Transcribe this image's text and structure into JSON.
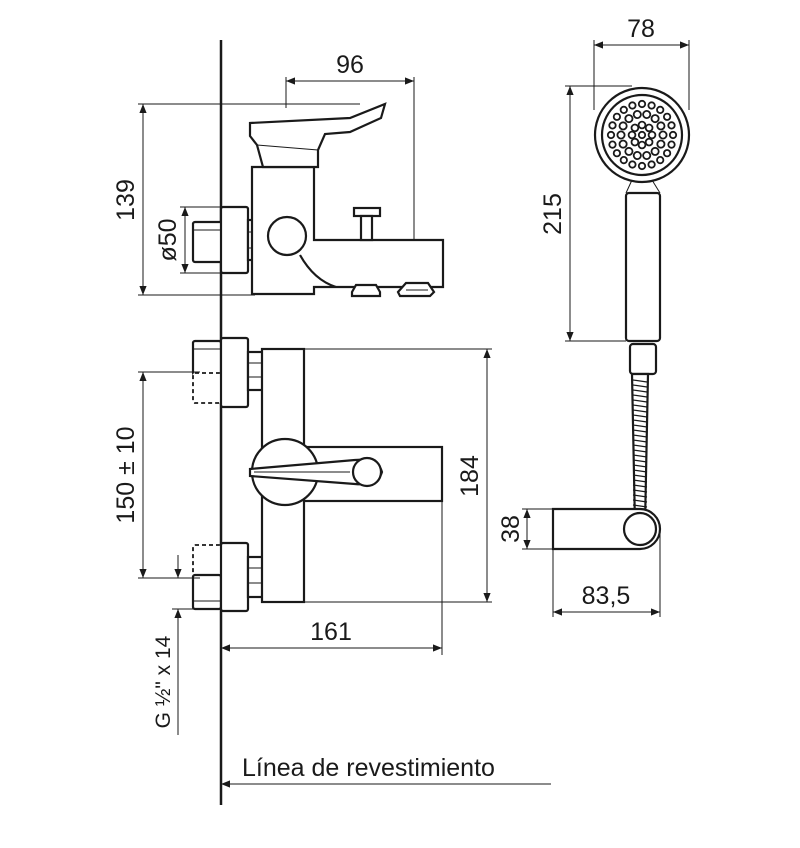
{
  "dimensions": {
    "side_width": "96",
    "side_height": "139",
    "side_diameter": "ø50",
    "front_centers": "150 ± 10",
    "front_height": "184",
    "front_width": "161",
    "thread": "G ½\" x 14",
    "shower_width": "78",
    "shower_length": "215",
    "holder_height": "38",
    "holder_depth": "83,5"
  },
  "wall_label": "Línea de revestimiento",
  "colors": {
    "line": "#1a1a1a",
    "background": "#ffffff"
  }
}
